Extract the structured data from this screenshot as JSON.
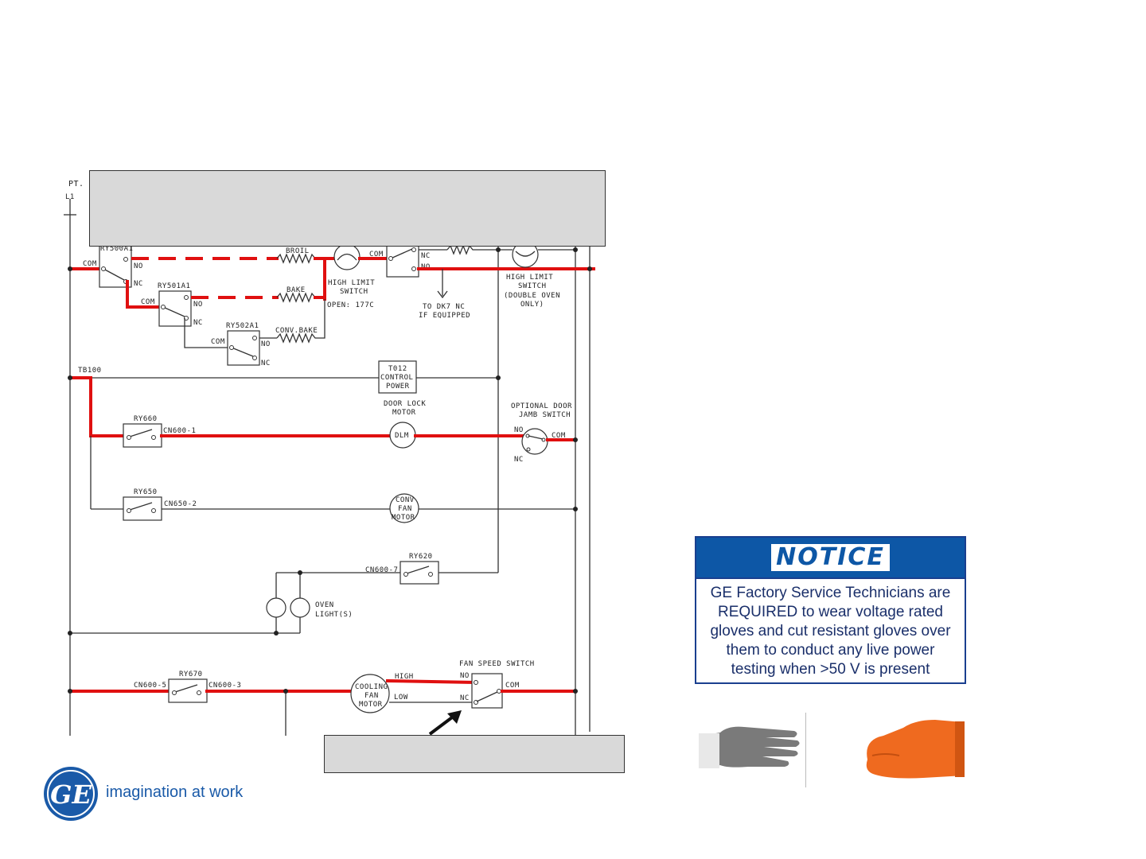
{
  "diagram": {
    "partial_labels": {
      "pt": "PT.",
      "l1": "L1"
    },
    "relays": {
      "ry500a1": "RY500A1",
      "ry501a1": "RY501A1",
      "ry502a1": "RY502A1",
      "ry660": "RY660",
      "ry650": "RY650",
      "ry620": "RY620",
      "ry670": "RY670"
    },
    "contacts": {
      "com": "COM",
      "no": "NO",
      "nc": "NC"
    },
    "elements": {
      "broil": "BROIL",
      "bake": "BAKE",
      "conv_bake": "CONV.BAKE"
    },
    "high_limit_switch": {
      "line1": "HIGH LIMIT",
      "line2": "SWITCH",
      "open": "OPEN: 177C"
    },
    "high_limit_switch_double": {
      "line1": "HIGH LIMIT",
      "line2": "SWITCH",
      "line3": "(DOUBLE OVEN",
      "line4": "ONLY)"
    },
    "to_dk7": {
      "line1": "TO DK7 NC",
      "line2": "IF EQUIPPED"
    },
    "tb100": "TB100",
    "t012": {
      "line1": "T012",
      "line2": "CONTROL",
      "line3": "POWER"
    },
    "door_lock_motor": {
      "line1": "DOOR LOCK",
      "line2": "MOTOR",
      "symbol": "DLM"
    },
    "optional_door_jamb_switch": {
      "line1": "OPTIONAL DOOR",
      "line2": "JAMB SWITCH"
    },
    "connectors": {
      "cn600_1": "CN600-1",
      "cn650_2": "CN650-2",
      "cn600_7": "CN600-7",
      "cn600_5": "CN600-5",
      "cn600_3": "CN600-3"
    },
    "conv_fan_motor": {
      "line1": "CONV",
      "line2": "FAN",
      "line3": "MOTOR"
    },
    "oven_lights": {
      "line1": "OVEN",
      "line2": "LIGHT(S)"
    },
    "cooling_fan_motor": {
      "line1": "COOLING",
      "line2": "FAN",
      "line3": "MOTOR"
    },
    "fan_speed_switch": {
      "title": "FAN SPEED SWITCH",
      "high": "HIGH",
      "low": "LOW"
    }
  },
  "notice": {
    "title": "NOTICE",
    "body": "GE Factory Service Technicians are REQUIRED to wear voltage rated gloves and cut resistant gloves over them to conduct any live power testing when >50 V is present"
  },
  "brand": {
    "logo_text": "GE",
    "tagline": "imagination at work"
  },
  "colors": {
    "energized_wire": "#e01010",
    "notice_blue": "#0d57a6",
    "cover_gray": "#d9d9d9",
    "brand_blue": "#1a5aa8"
  },
  "icons": [
    "arrow-icon",
    "cut-resistant-glove-icon",
    "voltage-rated-glove-icon",
    "ge-logo-icon"
  ]
}
